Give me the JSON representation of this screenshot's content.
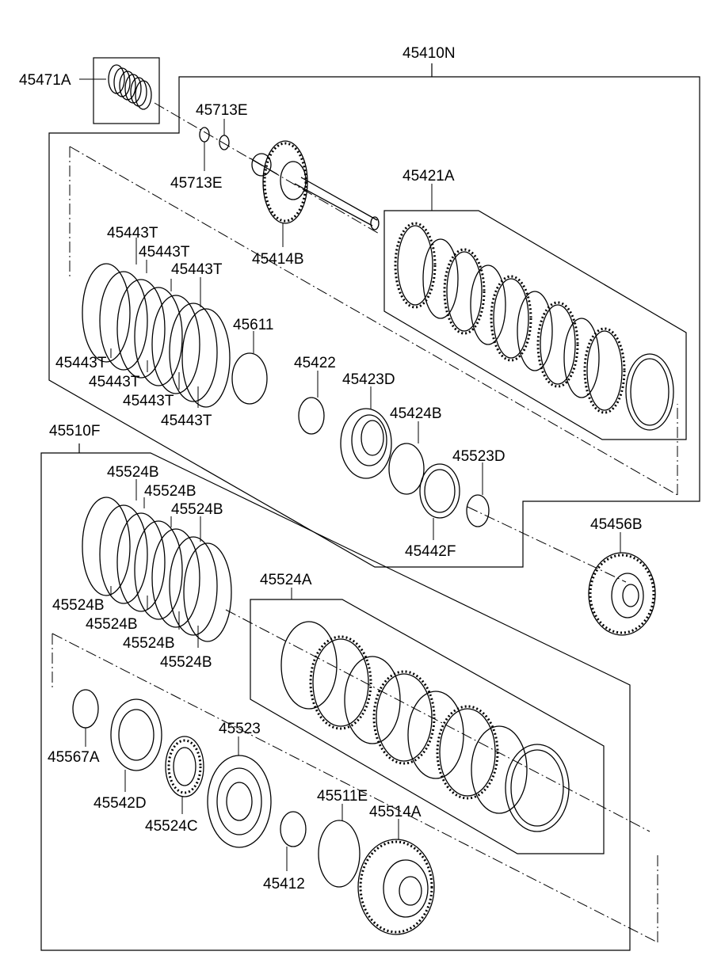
{
  "labels": [
    "45410N",
    "45471A",
    "45713E",
    "45713E",
    "45414B",
    "45421A",
    "45443T",
    "45443T",
    "45443T",
    "45443T",
    "45443T",
    "45443T",
    "45443T",
    "45611",
    "45422",
    "45423D",
    "45424B",
    "45523D",
    "45442F",
    "45456B",
    "45510F",
    "45524B",
    "45524B",
    "45524B",
    "45524B",
    "45524B",
    "45524B",
    "45524B",
    "45524A",
    "45567A",
    "45542D",
    "45523",
    "45524C",
    "45511E",
    "45514A",
    "45412"
  ]
}
